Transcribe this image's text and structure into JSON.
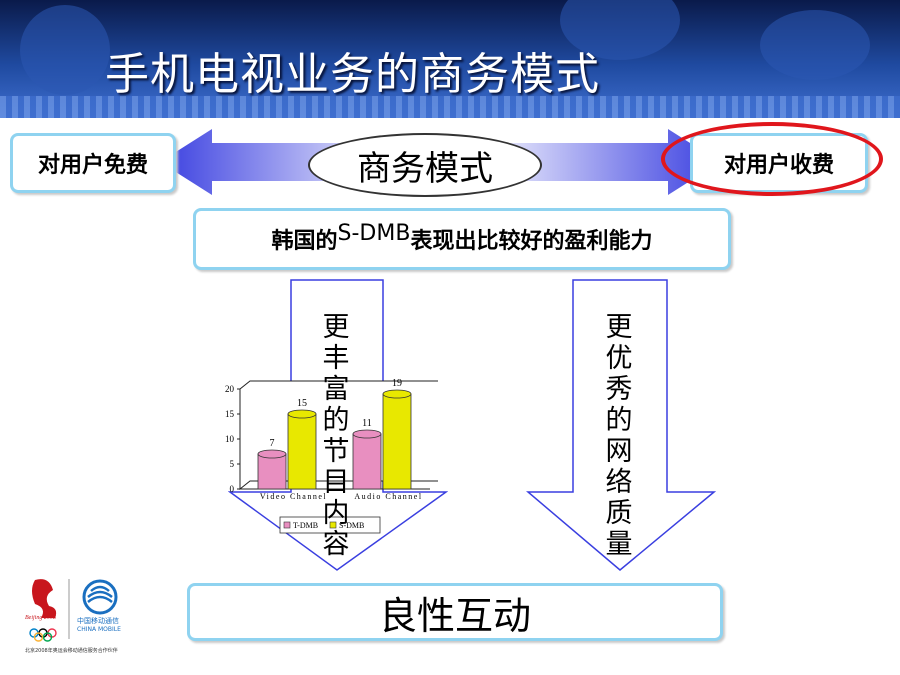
{
  "slide": {
    "title": "手机电视业务的商务模式",
    "left_label": "对用户免费",
    "right_label": "对用户收费",
    "center_label": "商务模式",
    "korea": {
      "prefix": "韩国的",
      "sdmb": "S-DMB",
      "suffix": "表现出比较好的盈利能力"
    },
    "left_arrow_text": "更丰富的节目内容",
    "right_arrow_text": "更优秀的网络质量",
    "bottom_label": "良性互动",
    "logo": {
      "beijing": "Beijing 2008",
      "cm_cn": "中国移动通信",
      "cm_en": "CHINA MOBILE",
      "footer": "北京2008年奥运会移动通信服务合作伙伴"
    }
  },
  "colors": {
    "header_dark": "#0a1a4a",
    "box_border": "#8fd3f0",
    "highlight_ring": "#e0161c",
    "arrow_blue": "#3a3fe0",
    "tdmb_pink": "#e88fc0",
    "sdmb_yellow": "#e8e800"
  },
  "chart_data": {
    "type": "bar",
    "categories": [
      "Video Channel",
      "Audio Channel"
    ],
    "series": [
      {
        "name": "T-DMB",
        "values": [
          7,
          11
        ]
      },
      {
        "name": "S-DMB",
        "values": [
          15,
          19
        ]
      }
    ],
    "ylim": [
      0,
      20
    ],
    "yticks": [
      0,
      5,
      10,
      15,
      20
    ],
    "legend": "bottom"
  }
}
